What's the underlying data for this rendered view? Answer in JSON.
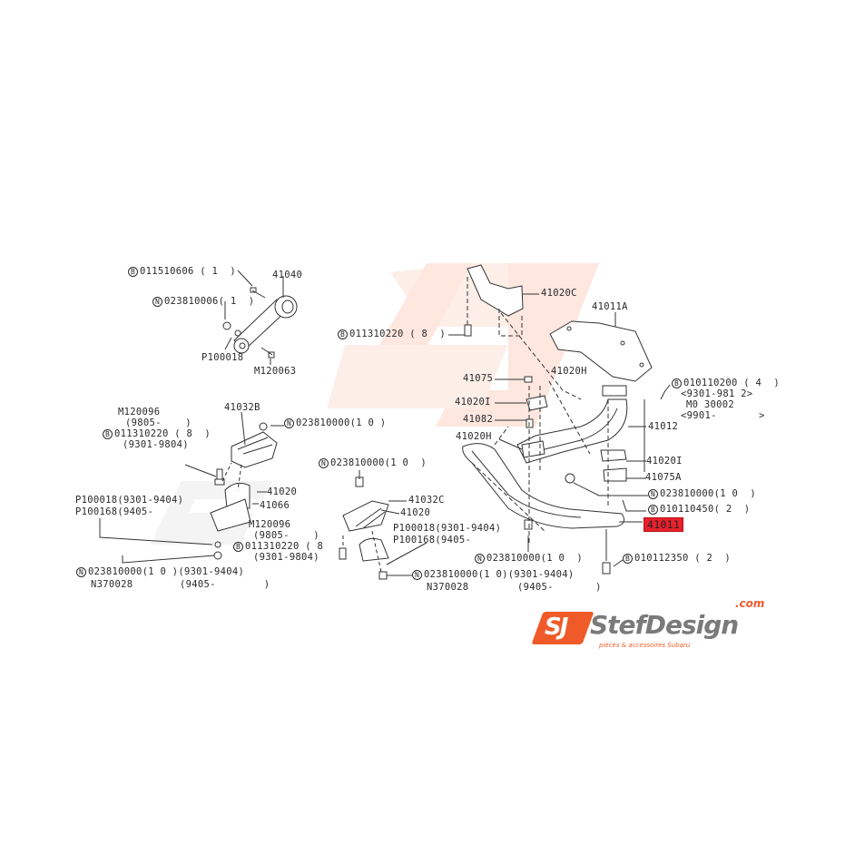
{
  "diagram": {
    "labels": [
      {
        "prefix": "B",
        "text": "011510606 ( 1  )"
      },
      {
        "text": "41040"
      },
      {
        "prefix": "N",
        "text": "023810006( 1  )"
      },
      {
        "text": "P100018"
      },
      {
        "text": "M120063"
      },
      {
        "text": "M120096"
      },
      {
        "text": "(9805-    )"
      },
      {
        "prefix": "B",
        "text": "011310220 ( 8  )"
      },
      {
        "text": "(9301-9804)"
      },
      {
        "text": "41032B"
      },
      {
        "prefix": "N",
        "text": "023810000(1 0 )"
      },
      {
        "text": "41020"
      },
      {
        "text": "41066"
      },
      {
        "text": "P100018(9301-9404)"
      },
      {
        "text": "P100168(9405-"
      },
      {
        "text": "M120096"
      },
      {
        "text": "(9805-    )"
      },
      {
        "prefix": "B",
        "text": "011310220 ( 8"
      },
      {
        "text": "(9301-9804)"
      },
      {
        "prefix": "N",
        "text": "023810000(1 0 )(9301-9404)"
      },
      {
        "text": "N370028"
      },
      {
        "text": "(9405-        )"
      },
      {
        "prefix": "N",
        "text": "023810000(1 0  )"
      },
      {
        "text": "41032C"
      },
      {
        "text": "41020"
      },
      {
        "text": "P100018(9301-9404)"
      },
      {
        "text": "P100168(9405-"
      },
      {
        "prefix": "N",
        "text": "023810000(1 0)(9301-9404)"
      },
      {
        "text": "N370028"
      },
      {
        "text": "(9405-       )"
      },
      {
        "prefix": "N",
        "text": "023810000(1 0  )"
      },
      {
        "text": "41020C"
      },
      {
        "text": "41011A"
      },
      {
        "prefix": "B",
        "text": "011310220 ( 8  )"
      },
      {
        "text": "41075"
      },
      {
        "text": "41020H"
      },
      {
        "text": "41020I"
      },
      {
        "text": "41082"
      },
      {
        "text": "41020H"
      },
      {
        "prefix": "B",
        "text": "010110200 ( 4  )"
      },
      {
        "text": "<9301-981 2>"
      },
      {
        "text": "M0 30002"
      },
      {
        "text": "<9901-       >"
      },
      {
        "text": "41012"
      },
      {
        "text": "41020I"
      },
      {
        "text": "41075A"
      },
      {
        "prefix": "N",
        "text": "023810000(1 0  )"
      },
      {
        "prefix": "B",
        "text": "010110450( 2  )"
      },
      {
        "text": "41011",
        "highlighted": true,
        "highlight_color": "#e8202c"
      },
      {
        "prefix": "B",
        "text": "010112350 ( 2  )"
      }
    ]
  },
  "logo": {
    "mark": "SJ",
    "name": "StefDesign",
    "tld": ".com",
    "tagline": "pièces & accessoires Subaru",
    "colors": {
      "orange": "#f05a28",
      "grey": "#7a7a7a",
      "watermark": "#fde3da"
    }
  }
}
